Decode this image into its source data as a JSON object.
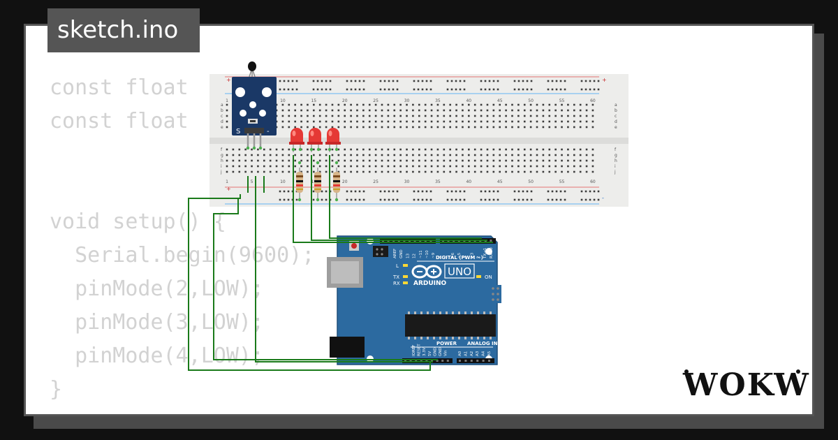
{
  "tab": {
    "title": "sketch.ino"
  },
  "code": {
    "lines": [
      "const float",
      "const float",
      "",
      "",
      "void setup() {",
      "  Serial.begin(9600);",
      "  pinMode(2,LOW);",
      "  pinMode(3,LOW);",
      "  pinMode(4,LOW);",
      "}"
    ]
  },
  "breadboard": {
    "column_numbers": [
      "1",
      "5",
      "10",
      "15",
      "20",
      "25",
      "30",
      "35",
      "40",
      "45",
      "50",
      "55",
      "60"
    ],
    "row_letters_top": [
      "a",
      "b",
      "c",
      "d",
      "e"
    ],
    "row_letters_bottom": [
      "f",
      "g",
      "h",
      "i",
      "j"
    ],
    "rail_plus": "+",
    "rail_minus": "-"
  },
  "sensor": {
    "pin_labels": [
      "S",
      "-"
    ]
  },
  "leds": {
    "count": 3,
    "color": "#e53935"
  },
  "arduino": {
    "model": "UNO",
    "brand": "ARDUINO",
    "digital_label": "DIGITAL (PWM ~)",
    "power_label": "POWER",
    "analog_label": "ANALOG IN",
    "on_label": "ON",
    "led_labels": [
      "L",
      "TX",
      "RX"
    ],
    "top_pins": [
      "AREF",
      "GND",
      "13",
      "12",
      "~11",
      "~10",
      "~9",
      "8",
      "7",
      "~6",
      "~5",
      "4",
      "~3",
      "2",
      "TX→1",
      "RX←0"
    ],
    "power_pins": [
      "IOREF",
      "RESET",
      "3.3V",
      "5V",
      "GND",
      "GND",
      "Vin"
    ],
    "analog_pins": [
      "A0",
      "A1",
      "A2",
      "A3",
      "A4",
      "A5"
    ],
    "board_color": "#2c6aa0"
  },
  "wire_color": "#1a7a1a",
  "logo": {
    "text": "WOKWi"
  }
}
